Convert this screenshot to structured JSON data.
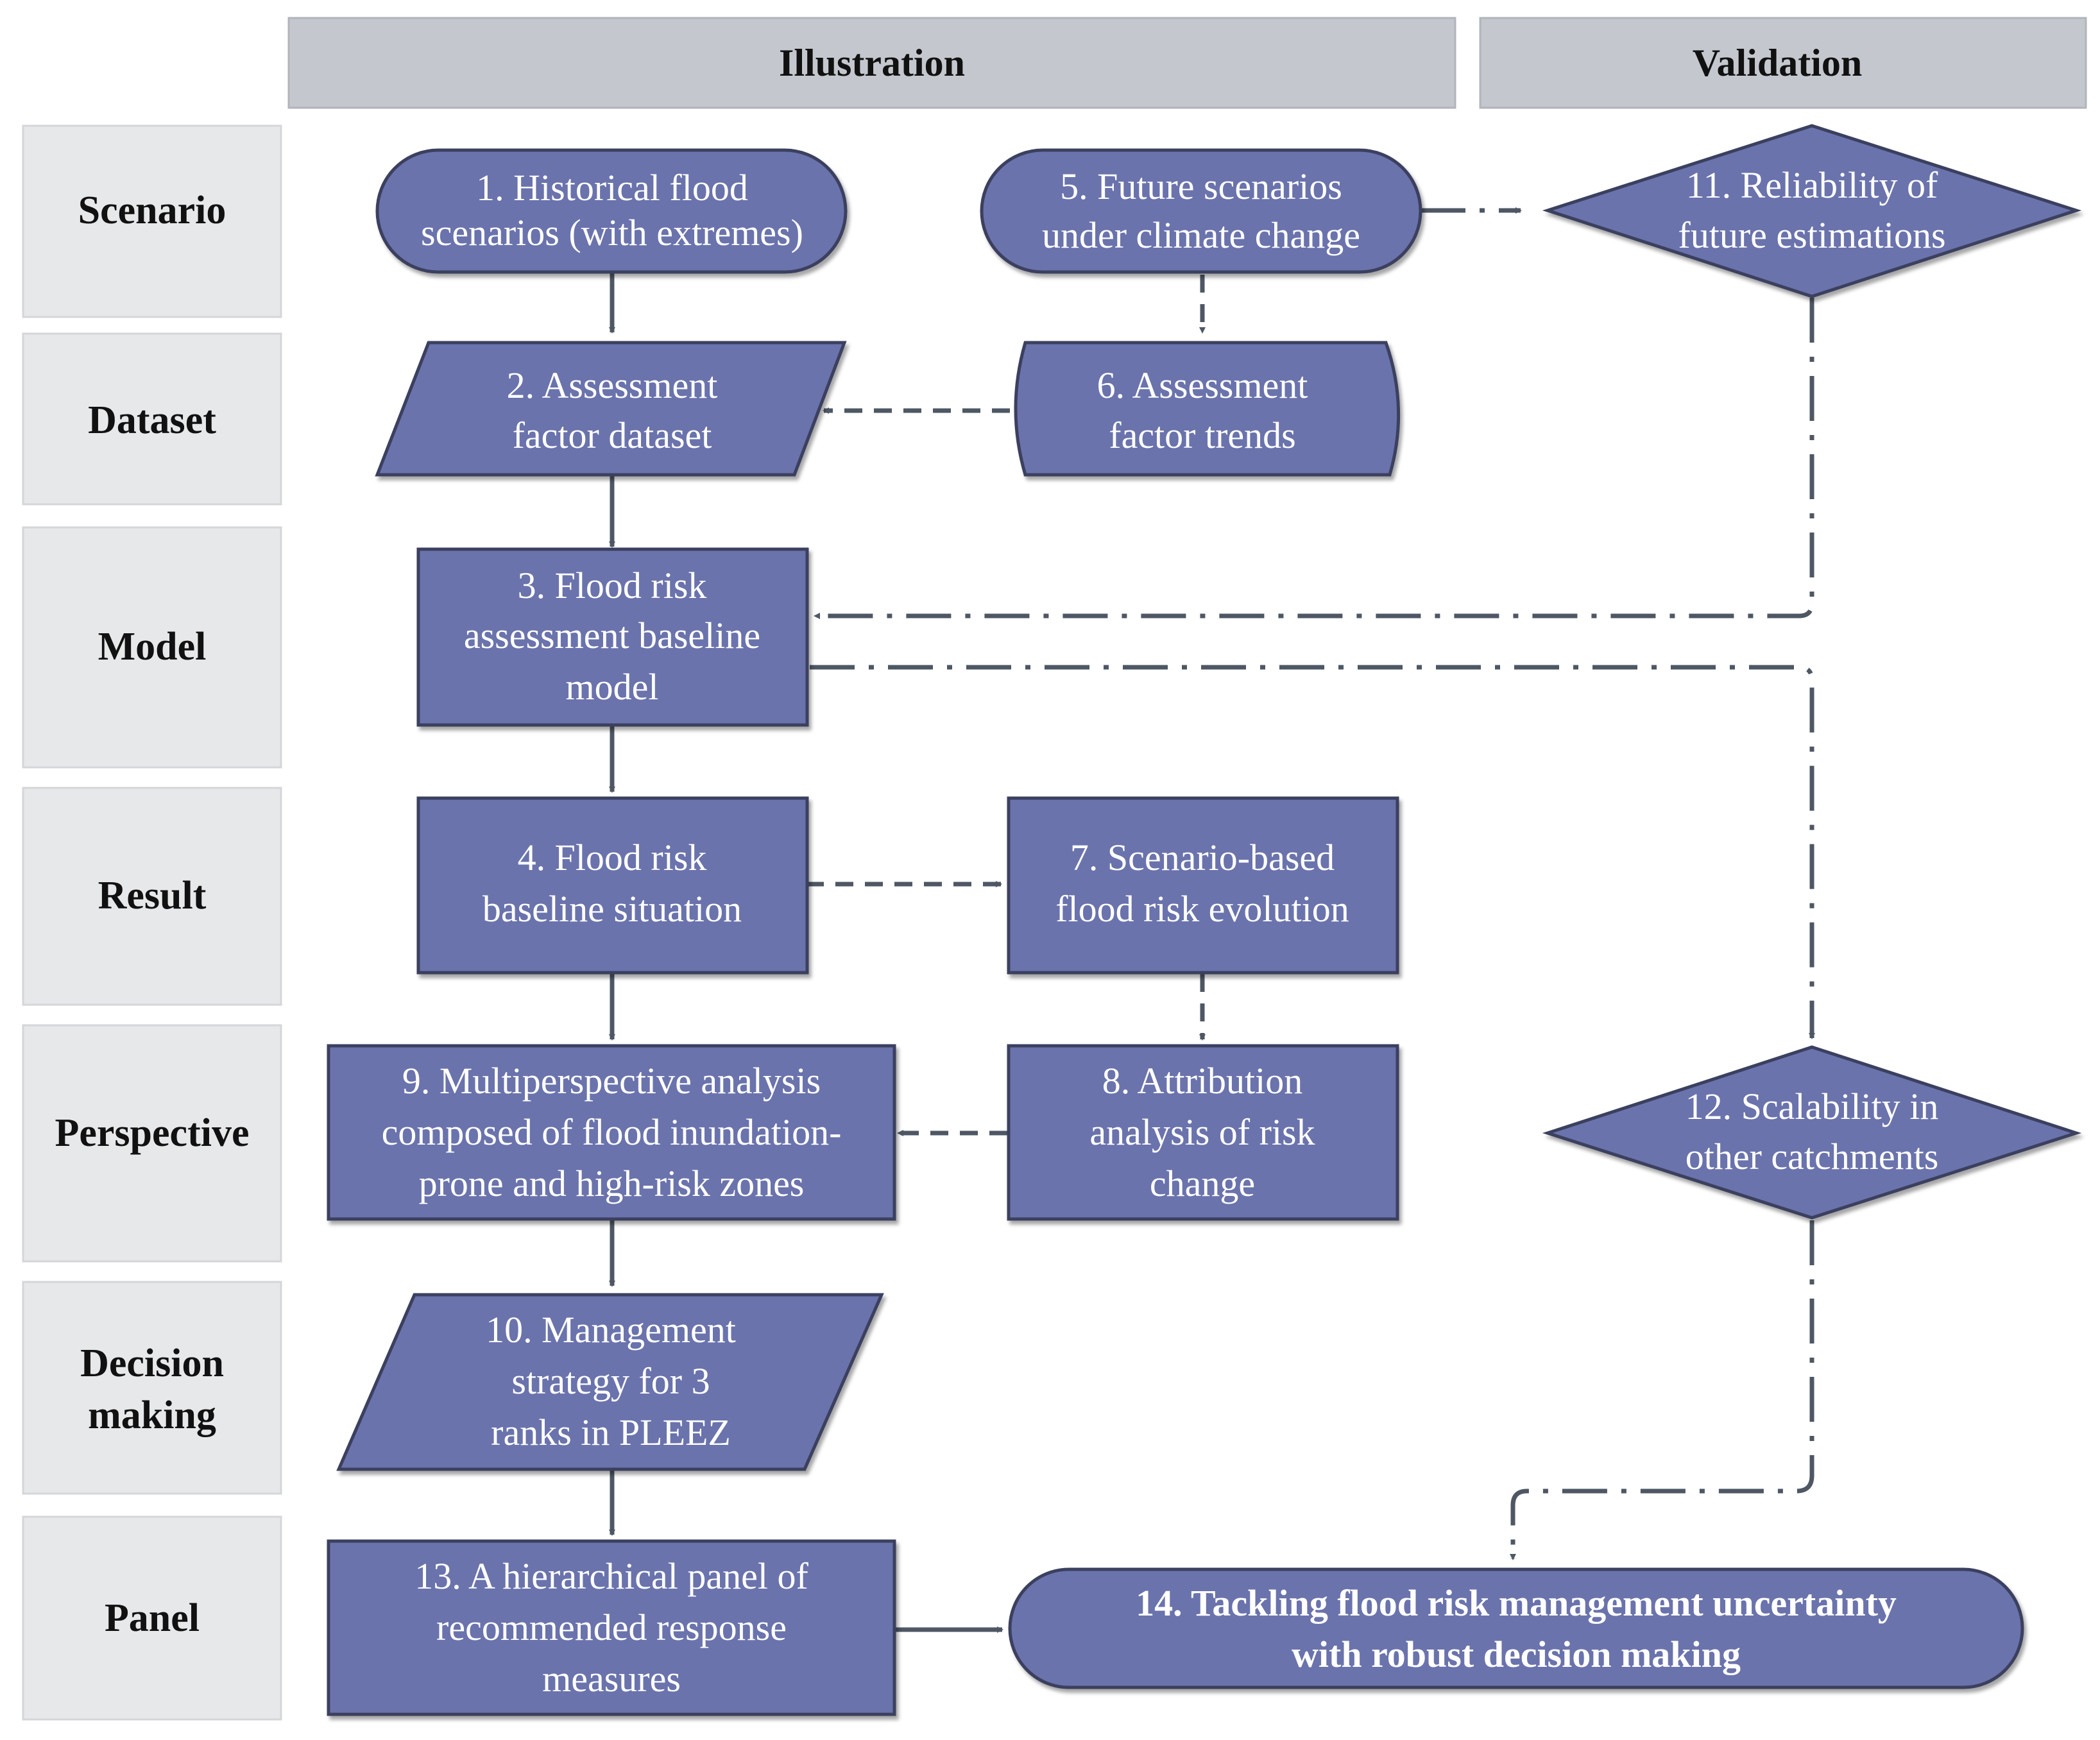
{
  "columns": {
    "illustration": "Illustration",
    "validation": "Validation"
  },
  "rows": {
    "scenario": "Scenario",
    "dataset": "Dataset",
    "model": "Model",
    "result": "Result",
    "perspective": "Perspective",
    "decision_line1": "Decision",
    "decision_line2": "making",
    "panel": "Panel"
  },
  "nodes": {
    "n1": [
      "1. Historical flood",
      "scenarios (with extremes)"
    ],
    "n2": [
      "2. Assessment",
      "factor dataset"
    ],
    "n3": [
      "3. Flood risk",
      "assessment baseline",
      "model"
    ],
    "n4": [
      "4. Flood risk",
      "baseline situation"
    ],
    "n5": [
      "5. Future scenarios",
      "under climate change"
    ],
    "n6": [
      "6. Assessment",
      "factor trends"
    ],
    "n7": [
      "7. Scenario-based",
      "flood risk evolution"
    ],
    "n8": [
      "8. Attribution",
      "analysis of risk",
      "change"
    ],
    "n9": [
      "9. Multiperspective analysis",
      "composed of flood inundation-",
      "prone and high-risk zones"
    ],
    "n10": [
      "10. Management",
      "strategy  for 3",
      "ranks in PLEEZ"
    ],
    "n11": [
      "11. Reliability of",
      "future estimations"
    ],
    "n12": [
      "12. Scalability  in",
      "other catchments"
    ],
    "n13": [
      "13. A hierarchical panel of",
      "recommended response",
      "measures"
    ],
    "n14": [
      "14. Tackling flood risk management uncertainty",
      "with robust decision making"
    ]
  },
  "colors": {
    "node_fill": "#6b73ac",
    "node_stroke": "#3b3f5e",
    "header_fill": "#c4c8ce",
    "row_fill": "#e7e8ea",
    "arrow": "#4e5763"
  }
}
